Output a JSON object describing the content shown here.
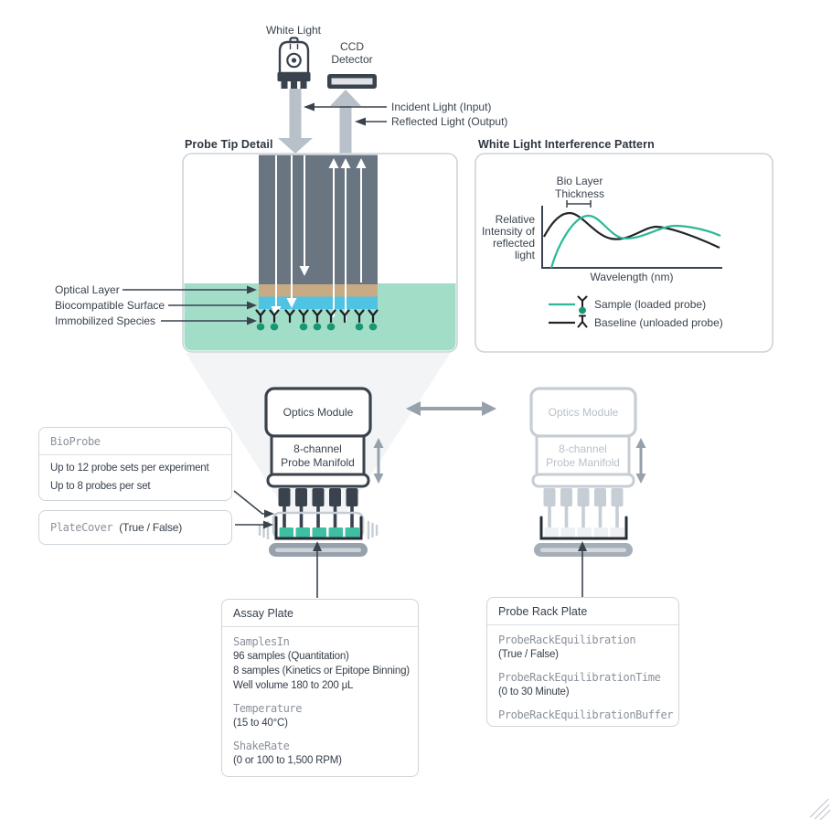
{
  "colors": {
    "accent_teal": "#2cb899",
    "well_teal": "#3fbfa2",
    "liquid_teal": "#a2ddc8",
    "optical_layer_tan": "#c8ab85",
    "biocompatible_blue": "#4fc3e4",
    "slate_dark": "#39424d",
    "inactive_gray": "#c6cdd4"
  },
  "top": {
    "white_light_label": "White Light",
    "ccd_label_line1": "CCD",
    "ccd_label_line2": "Detector",
    "incident_label": "Incident Light (Input)",
    "reflected_label": "Reflected Light (Output)"
  },
  "probe_tip": {
    "title": "Probe Tip Detail",
    "layer_labels": [
      "Optical Layer",
      "Biocompatible Surface",
      "Immobilized Species"
    ]
  },
  "interference": {
    "title": "White Light Interference Pattern",
    "annotation_lines": [
      "Bio Layer",
      "Thickness"
    ],
    "ylabel_lines": [
      "Relative",
      "Intensity of",
      "reflected",
      "light"
    ],
    "xlabel": "Wavelength (nm)",
    "legend": [
      {
        "label": "Sample (loaded probe)"
      },
      {
        "label": "Baseline (unloaded probe)"
      }
    ]
  },
  "chart_data": {
    "type": "line",
    "title": "White Light Interference Pattern",
    "xlabel": "Wavelength (nm)",
    "ylabel": "Relative Intensity of reflected light",
    "axis_ticks": "none (qualitative sketch)",
    "annotation": "Bio Layer Thickness = horizontal shift between baseline and sample first peaks",
    "legend_position": "below",
    "series": [
      {
        "name": "Baseline (unloaded probe)",
        "color": "#22262a",
        "points_norm": [
          [
            0.0,
            0.5
          ],
          [
            0.15,
            0.88
          ],
          [
            0.38,
            0.46
          ],
          [
            0.63,
            0.65
          ],
          [
            0.78,
            0.58
          ],
          [
            1.0,
            0.31
          ]
        ]
      },
      {
        "name": "Sample (loaded probe)",
        "color": "#2cb899",
        "points_norm": [
          [
            0.04,
            0.0
          ],
          [
            0.25,
            0.84
          ],
          [
            0.43,
            0.48
          ],
          [
            0.73,
            0.67
          ],
          [
            1.0,
            0.51
          ]
        ]
      }
    ]
  },
  "modules": {
    "optics_label": "Optics Module",
    "manifold_line1": "8-channel",
    "manifold_line2": "Probe Manifold"
  },
  "callouts": {
    "bioprobe": {
      "title": "BioProbe",
      "lines": [
        "Up to 12 probe sets per experiment",
        "Up to 8 probes per set"
      ]
    },
    "platecover": {
      "name": "PlateCover",
      "value": "(True / False)"
    },
    "assay_plate": {
      "title": "Assay Plate",
      "params": [
        {
          "name": "SamplesIn",
          "lines": [
            "96 samples (Quantitation)",
            "8 samples (Kinetics or Epitope Binning)",
            "Well volume 180 to 200 μL"
          ]
        },
        {
          "name": "Temperature",
          "lines": [
            "(15 to 40°C)"
          ]
        },
        {
          "name": "ShakeRate",
          "lines": [
            "(0 or 100 to 1,500 RPM)"
          ]
        }
      ]
    },
    "probe_rack": {
      "title": "Probe Rack Plate",
      "params": [
        {
          "name": "ProbeRackEquilibration",
          "lines": [
            "(True / False)"
          ]
        },
        {
          "name": "ProbeRackEquilibrationTime",
          "lines": [
            "(0 to 30 Minute)"
          ]
        },
        {
          "name": "ProbeRackEquilibrationBuffer",
          "lines": []
        }
      ]
    }
  }
}
